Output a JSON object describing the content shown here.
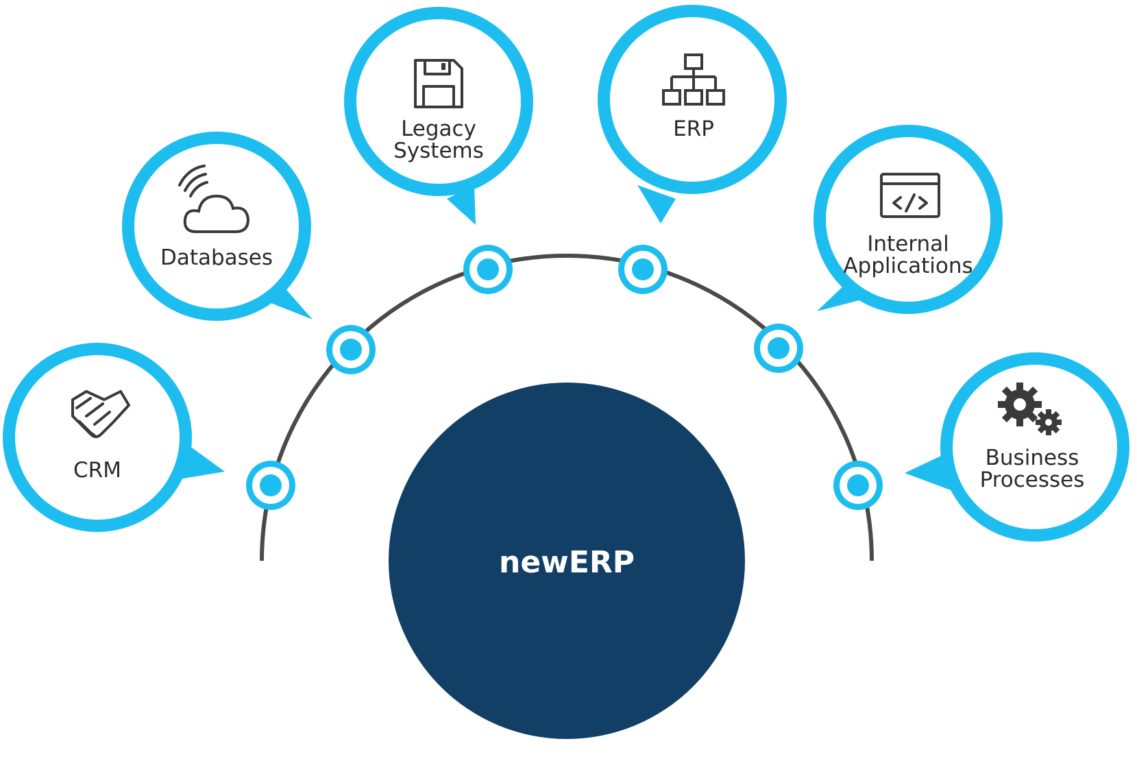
{
  "center": {
    "label": "newERP"
  },
  "nodes": [
    {
      "id": "crm",
      "icon": "handshake-icon",
      "lines": [
        "CRM"
      ]
    },
    {
      "id": "databases",
      "icon": "cloud-wifi-icon",
      "lines": [
        "Databases"
      ]
    },
    {
      "id": "legacy-systems",
      "icon": "floppy-disk-icon",
      "lines": [
        "Legacy",
        "Systems"
      ]
    },
    {
      "id": "erp",
      "icon": "org-chart-icon",
      "lines": [
        "ERP"
      ]
    },
    {
      "id": "internal-applications",
      "icon": "code-window-icon",
      "lines": [
        "Internal",
        "Applications"
      ]
    },
    {
      "id": "business-processes",
      "icon": "gears-icon",
      "lines": [
        "Business",
        "Processes"
      ]
    }
  ],
  "colors": {
    "accent": "#1ebdf0",
    "center_fill": "#123f66",
    "arc": "#4a4a4a",
    "icon": "#3a3a3a",
    "text": "#2b2b2b"
  }
}
